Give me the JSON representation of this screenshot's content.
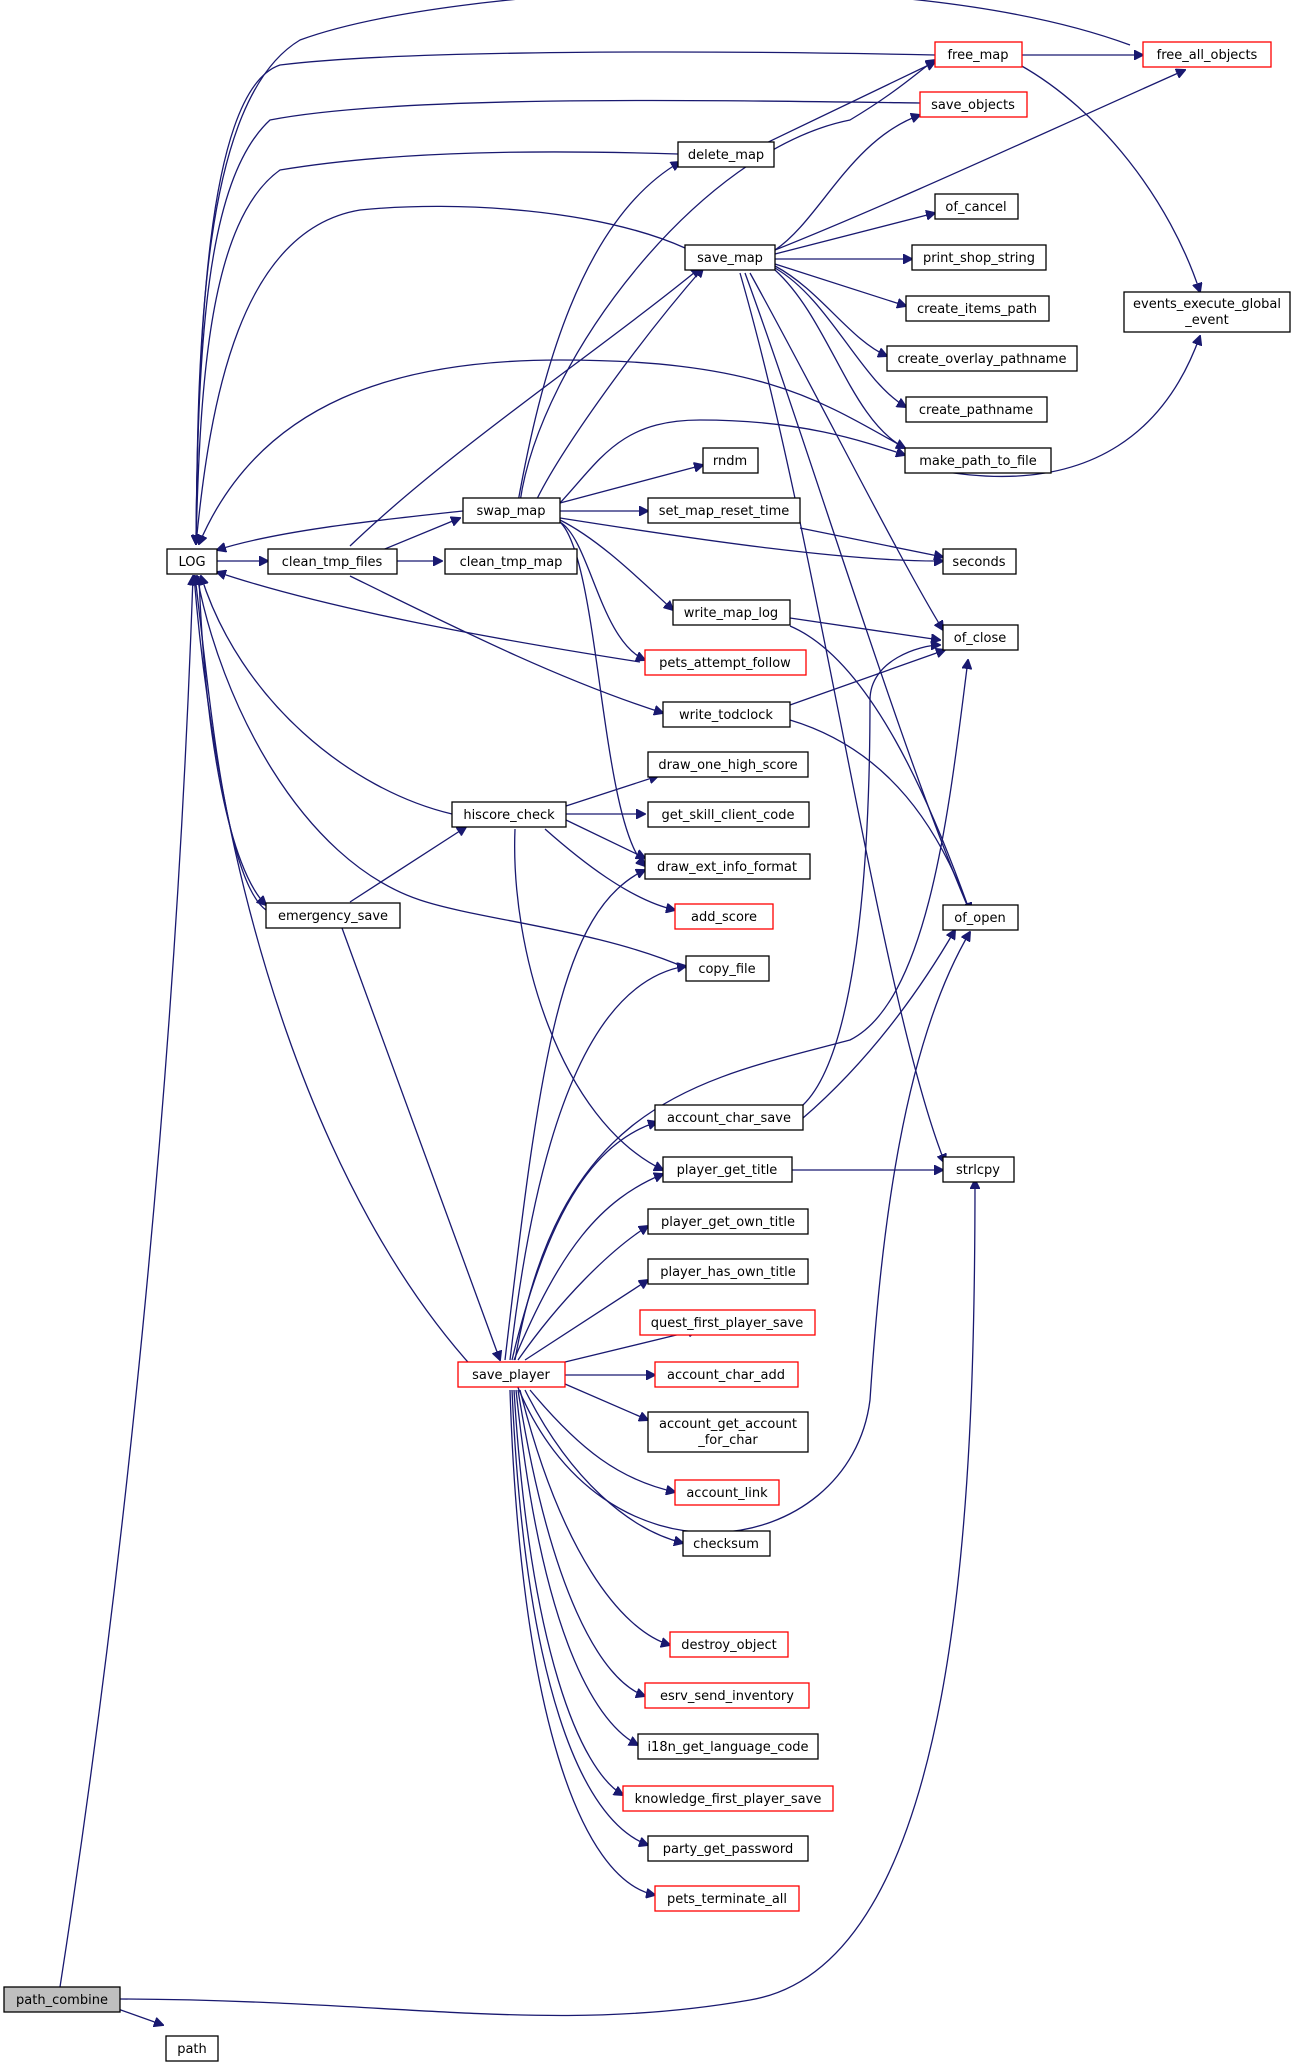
{
  "graph": {
    "nodes": {
      "path_combine": {
        "label": "path_combine"
      },
      "path": {
        "label": "path"
      },
      "LOG": {
        "label": "LOG"
      },
      "clean_tmp_files": {
        "label": "clean_tmp_files"
      },
      "emergency_save": {
        "label": "emergency_save"
      },
      "swap_map": {
        "label": "swap_map"
      },
      "clean_tmp_map": {
        "label": "clean_tmp_map"
      },
      "hiscore_check": {
        "label": "hiscore_check"
      },
      "save_player": {
        "label": "save_player"
      },
      "delete_map": {
        "label": "delete_map"
      },
      "save_map": {
        "label": "save_map"
      },
      "rndm": {
        "label": "rndm"
      },
      "set_map_reset_time": {
        "label": "set_map_reset_time"
      },
      "write_map_log": {
        "label": "write_map_log"
      },
      "pets_attempt_follow": {
        "label": "pets_attempt_follow"
      },
      "write_todclock": {
        "label": "write_todclock"
      },
      "draw_one_high_score": {
        "label": "draw_one_high_score"
      },
      "get_skill_client_code": {
        "label": "get_skill_client_code"
      },
      "draw_ext_info_format": {
        "label": "draw_ext_info_format"
      },
      "add_score": {
        "label": "add_score"
      },
      "copy_file": {
        "label": "copy_file"
      },
      "account_char_save": {
        "label": "account_char_save"
      },
      "player_get_title": {
        "label": "player_get_title"
      },
      "player_get_own_title": {
        "label": "player_get_own_title"
      },
      "player_has_own_title": {
        "label": "player_has_own_title"
      },
      "quest_first_player_save": {
        "label": "quest_first_player_save"
      },
      "account_char_add": {
        "label": "account_char_add"
      },
      "account_get_account_for_char": {
        "label1": "account_get_account",
        "label2": "_for_char"
      },
      "account_link": {
        "label": "account_link"
      },
      "checksum": {
        "label": "checksum"
      },
      "destroy_object": {
        "label": "destroy_object"
      },
      "esrv_send_inventory": {
        "label": "esrv_send_inventory"
      },
      "i18n_get_language_code": {
        "label": "i18n_get_language_code"
      },
      "knowledge_first_player_save": {
        "label": "knowledge_first_player_save"
      },
      "party_get_password": {
        "label": "party_get_password"
      },
      "pets_terminate_all": {
        "label": "pets_terminate_all"
      },
      "free_map": {
        "label": "free_map"
      },
      "save_objects": {
        "label": "save_objects"
      },
      "of_cancel": {
        "label": "of_cancel"
      },
      "print_shop_string": {
        "label": "print_shop_string"
      },
      "create_items_path": {
        "label": "create_items_path"
      },
      "create_overlay_pathname": {
        "label": "create_overlay_pathname"
      },
      "create_pathname": {
        "label": "create_pathname"
      },
      "make_path_to_file": {
        "label": "make_path_to_file"
      },
      "seconds": {
        "label": "seconds"
      },
      "of_close": {
        "label": "of_close"
      },
      "of_open": {
        "label": "of_open"
      },
      "strlcpy": {
        "label": "strlcpy"
      },
      "free_all_objects": {
        "label": "free_all_objects"
      },
      "events_execute_global_event": {
        "label1": "events_execute_global",
        "label2": "_event"
      }
    },
    "colors": {
      "edge": "#191970",
      "border_default": "#000000",
      "border_truncated": "#ff0000",
      "root_fill": "#bfbfbf"
    }
  }
}
